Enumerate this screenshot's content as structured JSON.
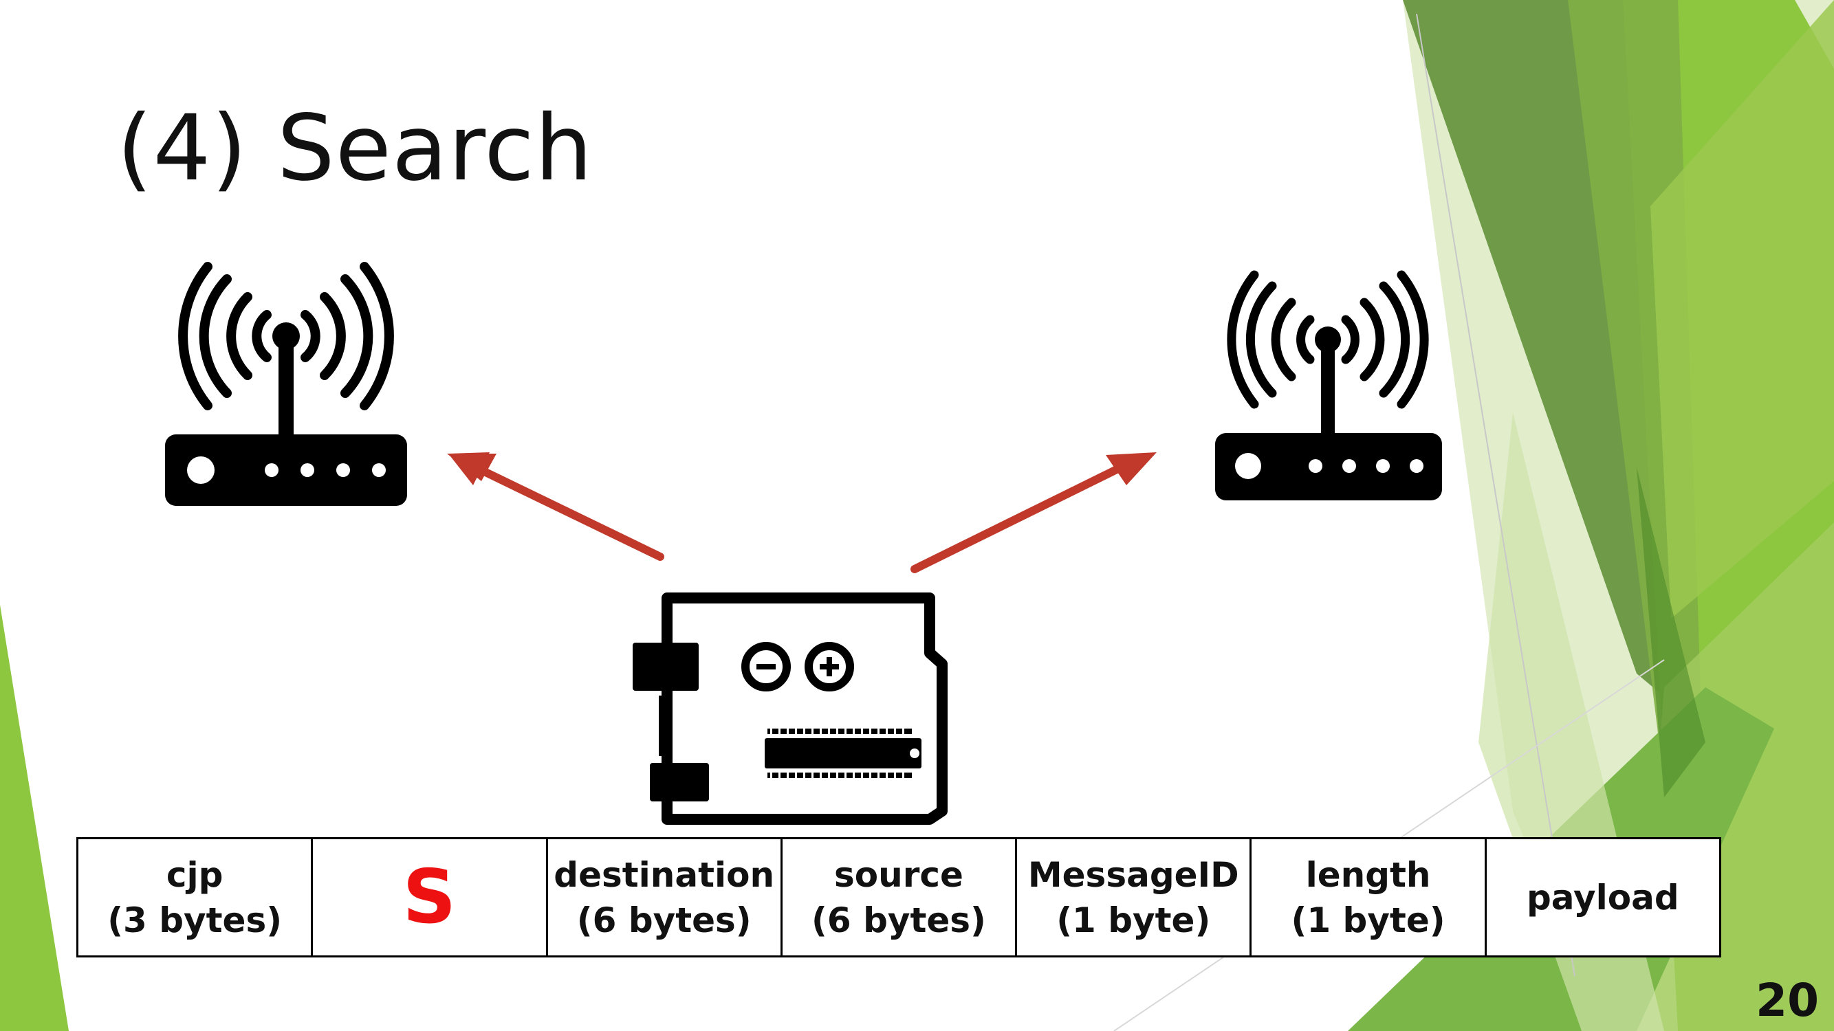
{
  "slide": {
    "title": "(4) Search",
    "page_number": "20"
  },
  "packet": {
    "cells": [
      {
        "text": "cjp\n(3 bytes)"
      },
      {
        "text": "S",
        "color": "#ee1111"
      },
      {
        "text": "destination\n(6 bytes)"
      },
      {
        "text": "source\n(6 bytes)"
      },
      {
        "text": "MessageID\n(1 byte)"
      },
      {
        "text": "length\n(1 byte)"
      },
      {
        "text": "payload"
      }
    ]
  },
  "icons": {
    "left_router": "wifi-router-icon",
    "right_router": "wifi-router-icon",
    "board": "arduino-board-icon",
    "arrows": "arrow-icon"
  },
  "colors": {
    "arrow": "#c0392b",
    "accent_green": "#8dc63f",
    "dark_green": "#5f8f3a",
    "marker": "#ee1111"
  }
}
